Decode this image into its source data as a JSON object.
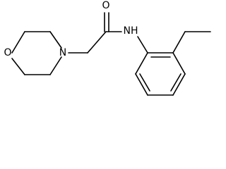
{
  "molecule": {
    "atoms": {
      "oxygen_carbonyl": "O",
      "nitrogen_amide": "NH",
      "nitrogen_morpholine": "N",
      "oxygen_morpholine": "O"
    }
  }
}
